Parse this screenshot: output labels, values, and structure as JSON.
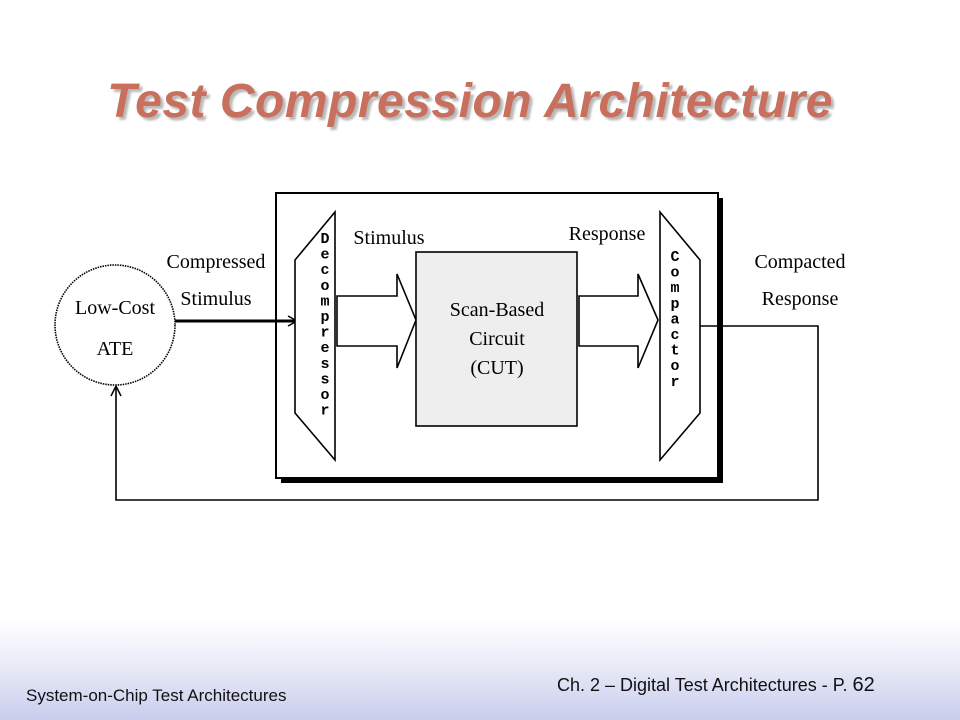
{
  "slide": {
    "title": "Test Compression Architecture",
    "footer_left": "System-on-Chip Test Architectures",
    "footer_right_prefix": "Ch. 2 – Digital Test Architectures - P. ",
    "page_number": "62"
  },
  "diagram": {
    "ate_label_1": "Low-Cost",
    "ate_label_2": "ATE",
    "compressed_stimulus_1": "Compressed",
    "compressed_stimulus_2": "Stimulus",
    "stimulus": "Stimulus",
    "response": "Response",
    "compacted_response_1": "Compacted",
    "compacted_response_2": "Response",
    "cut_1": "Scan-Based",
    "cut_2": "Circuit",
    "cut_3": "(CUT)",
    "decompressor_letters": [
      "D",
      "e",
      "c",
      "o",
      "m",
      "p",
      "r",
      "e",
      "s",
      "s",
      "o",
      "r"
    ],
    "compactor_letters": [
      "C",
      "o",
      "m",
      "p",
      "a",
      "c",
      "t",
      "o",
      "r"
    ]
  },
  "colors": {
    "title": "#c8705d",
    "cut_fill": "#eeeeee",
    "footer_gradient": "#c9cdee"
  }
}
